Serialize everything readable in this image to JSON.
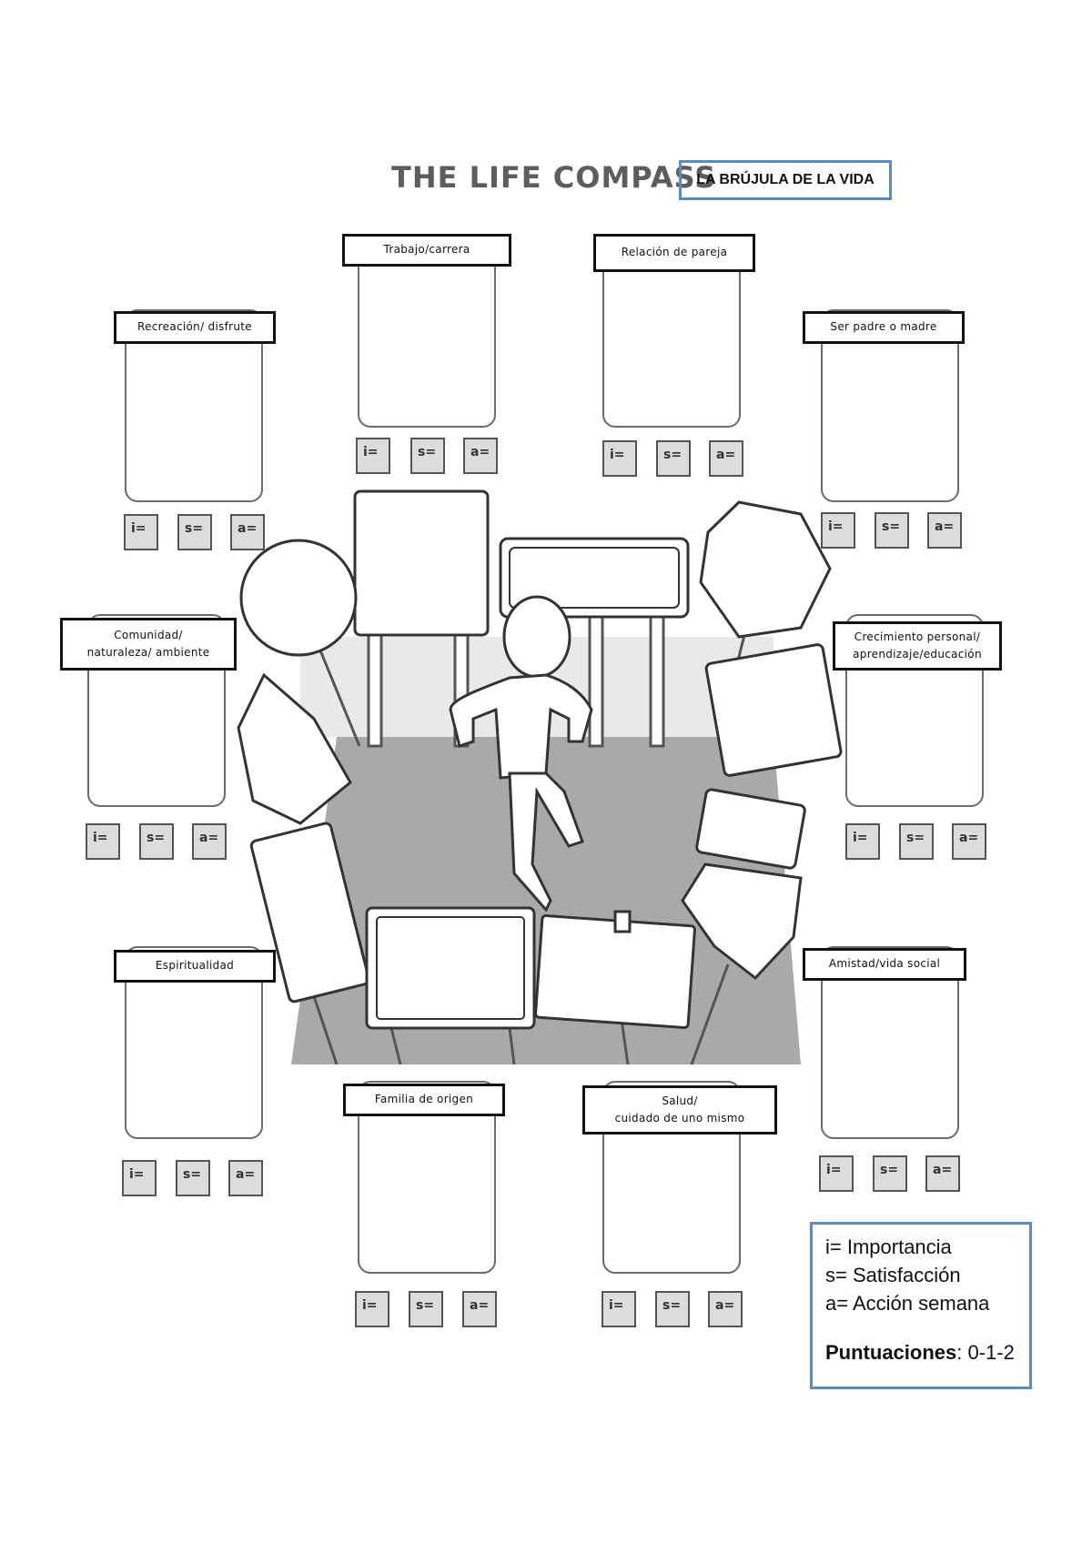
{
  "header": {
    "title": "THE LIFE COMPASS",
    "subtitle": "LA BRÚJULA DE LA VIDA"
  },
  "areas": [
    {
      "key": "trabajo",
      "label": "Trabajo/carrera"
    },
    {
      "key": "pareja",
      "label": "Relación de pareja"
    },
    {
      "key": "recreacion",
      "label": "Recreación/ disfrute"
    },
    {
      "key": "padre",
      "label": "Ser padre o madre"
    },
    {
      "key": "comunidad",
      "label": "Comunidad/\nnaturaleza/ ambiente"
    },
    {
      "key": "crecimiento",
      "label": "Crecimiento personal/\naprendizaje/educación"
    },
    {
      "key": "espiritualidad",
      "label": "Espiritualidad"
    },
    {
      "key": "amistad",
      "label": "Amistad/vida social"
    },
    {
      "key": "familia",
      "label": "Familia de origen"
    },
    {
      "key": "salud",
      "label": "Salud/\ncuidado de uno mismo"
    }
  ],
  "score_labels": {
    "i": "i=",
    "s": "s=",
    "a": "a="
  },
  "legend": {
    "line_i": "i= Importancia",
    "line_s": "s= Satisfacción",
    "line_a": "a= Acción semana",
    "scores_label": "Puntuaciones",
    "scores_value": ": 0-1-2"
  }
}
